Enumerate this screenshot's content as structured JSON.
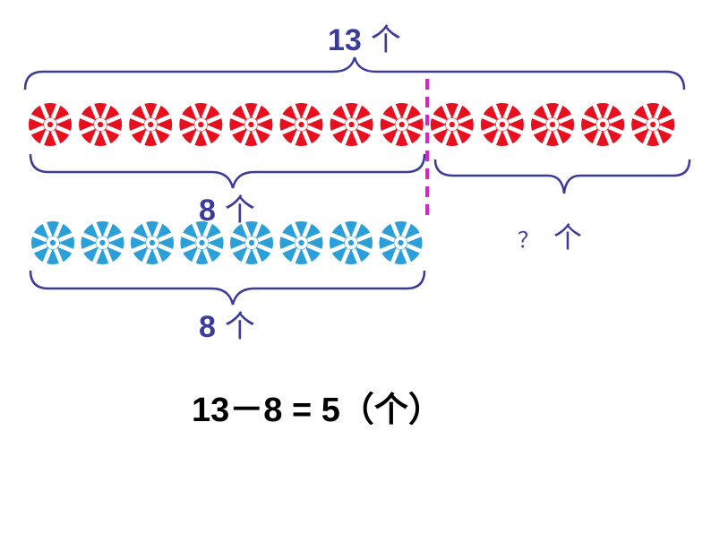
{
  "top_label": {
    "number": "13",
    "unit": "个"
  },
  "red_group_label": {
    "number": "8",
    "unit": "个"
  },
  "blue_group_label": {
    "number": "8",
    "unit": "个"
  },
  "unknown_label": {
    "question": "？",
    "unit": "个"
  },
  "equation": "13－8 = 5（个）",
  "red_flower_count": 13,
  "blue_flower_count": 8,
  "colors": {
    "red_flower": "#e8101e",
    "blue_flower": "#2a9fd8",
    "brace": "#3b3b9a",
    "label_text": "#3b3b9a",
    "divider": "#e020d0",
    "equation_text": "#000000"
  },
  "icons": {
    "flower": "gear-flower-icon"
  }
}
